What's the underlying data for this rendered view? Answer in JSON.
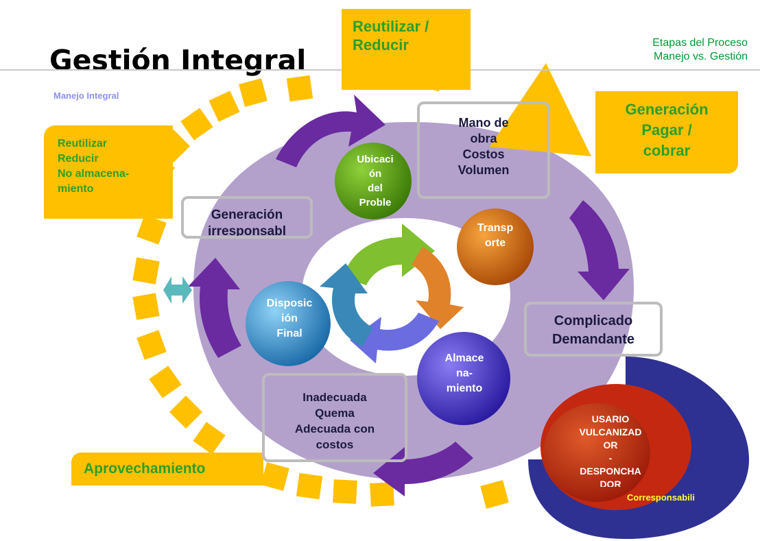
{
  "header": {
    "title": "Gestión Integral",
    "subtitle_line1": "Etapas del Proceso",
    "subtitle_line2": "Manejo vs. Gestión",
    "manejo_label": "Manejo Integral"
  },
  "yellow_boxes": {
    "reutilizar_top": [
      "Reutilizar /",
      "Reducir"
    ],
    "generacion_right": [
      "Generación",
      "Pagar /",
      "cobrar"
    ],
    "reutilizar_left": [
      "Reutilizar",
      "Reducir",
      "No almacena-",
      "miento"
    ],
    "aprovechamiento": "Aprovechamiento"
  },
  "gray_boxes": {
    "generacion": [
      "Generación",
      "irresponsabl"
    ],
    "mano_obra": [
      "Mano de",
      "obra",
      "Costos",
      "Volumen"
    ],
    "complicado": [
      "Complicado",
      "Demandante"
    ],
    "inadecuada": [
      "Inadecuada",
      "Quema",
      "Adecuada con",
      "costos"
    ]
  },
  "stages": {
    "ubicacion": [
      "Ubicaci",
      "ón",
      "del",
      "Proble"
    ],
    "transporte": [
      "Transp",
      "orte"
    ],
    "disposicion": [
      "Disposic",
      "ión",
      "Final"
    ],
    "almacenamiento": [
      "Almace",
      "na-",
      "miento"
    ]
  },
  "corner": {
    "usuario": [
      "USARIO",
      "VULCANIZAD",
      "OR",
      "-",
      "DESPONCHA",
      "DOR"
    ],
    "label": "Corresponsabili"
  },
  "colors": {
    "accent_yellow": "#ffc000",
    "green_text": "#2c9f2a",
    "ring_purple": "#b3a1cc",
    "arrow_purple": "#6a2aa0",
    "navy": "#2e3192",
    "red": "#c42810"
  }
}
